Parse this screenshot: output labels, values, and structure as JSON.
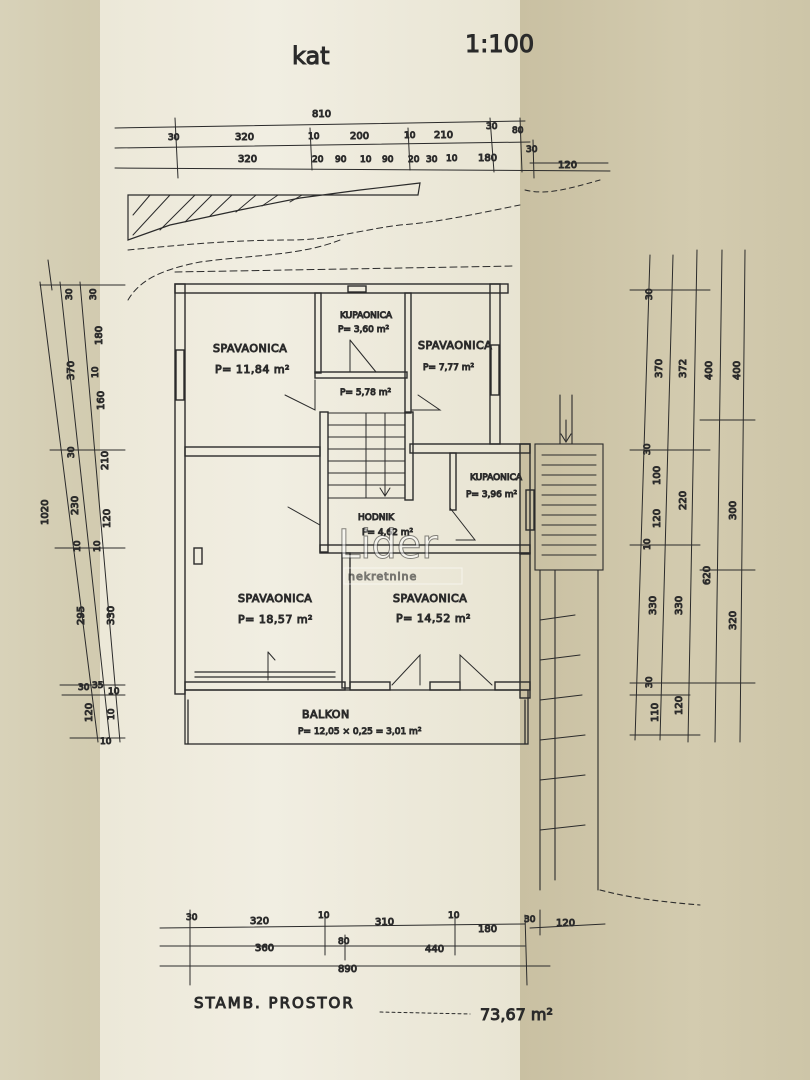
{
  "header": {
    "kat": "kat",
    "scale": "1:100"
  },
  "dims_top": {
    "total": "810",
    "row1": [
      "30",
      "320",
      "10",
      "200",
      "10",
      "210",
      "30",
      "80"
    ],
    "row2": [
      "320",
      "20",
      "90",
      "10",
      "90",
      "20",
      "30",
      "10",
      "180",
      "30",
      "120"
    ]
  },
  "dims_left": {
    "total": "1020",
    "col1": [
      "30",
      "370",
      "30",
      "230",
      "10",
      "295",
      "30",
      "120"
    ],
    "col2": [
      "180",
      "10",
      "160",
      "210",
      "120",
      "330",
      "35",
      "10"
    ],
    "small": [
      "30",
      "10",
      "10",
      "10"
    ]
  },
  "dims_right": {
    "col1": [
      "30",
      "370",
      "30",
      "100",
      "120",
      "10",
      "330",
      "30",
      "110"
    ],
    "col2": [
      "372",
      "220",
      "330",
      "120"
    ],
    "col3": [
      "400",
      "300",
      "620",
      "320"
    ],
    "col4": [
      "400"
    ]
  },
  "dims_bottom": {
    "row1": [
      "30",
      "320",
      "10",
      "310",
      "10",
      "180",
      "30",
      "120"
    ],
    "row2": [
      "360",
      "80",
      "440"
    ],
    "total": "890"
  },
  "rooms": [
    {
      "name": "SPAVAONICA",
      "area": "P= 11,84 m²"
    },
    {
      "name": "KUPAONICA",
      "area": "P= 3,60 m²"
    },
    {
      "name": "SPAVAONICA",
      "area": "P= 7,77 m²"
    },
    {
      "name": "",
      "area": "P= 5,78 m²"
    },
    {
      "name": "KUPAONICA",
      "area": "P= 3,96 m²"
    },
    {
      "name": "HODNIK",
      "area": "P= 4,62 m²"
    },
    {
      "name": "SPAVAONICA",
      "area": "P= 18,57 m²"
    },
    {
      "name": "SPAVAONICA",
      "area": "P= 14,52 m²"
    }
  ],
  "balcony": {
    "name": "BALKON",
    "formula": "P= 12,05 × 0,25 = 3,01 m²"
  },
  "watermark": {
    "brand": "Lider",
    "sub": "nekretnine"
  },
  "footer": {
    "label": "STAMB. PROSTOR",
    "value": "73,67 m²"
  }
}
